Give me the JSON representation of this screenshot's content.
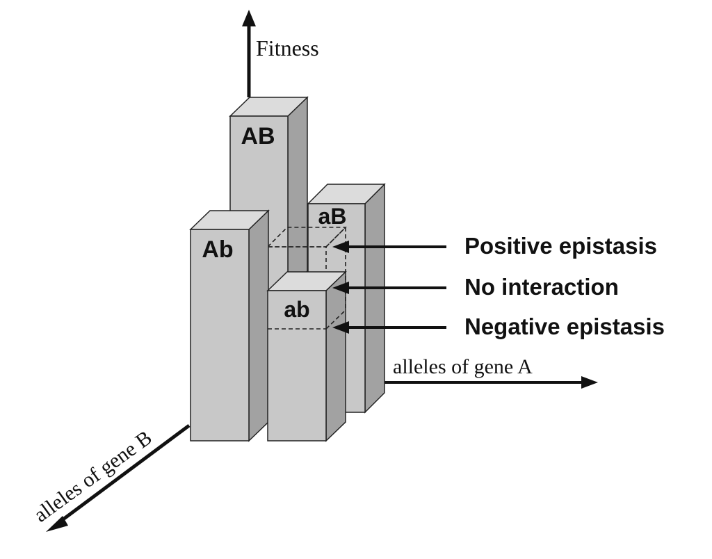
{
  "axes": {
    "fitness": "Fitness",
    "gene_a": "alleles of gene A",
    "gene_b": "alleles of gene B"
  },
  "bars": {
    "AB": "AB",
    "aB": "aB",
    "Ab": "Ab",
    "ab": "ab"
  },
  "annotations": {
    "positive": "Positive epistasis",
    "none": "No interaction",
    "negative": "Negative epistasis"
  }
}
